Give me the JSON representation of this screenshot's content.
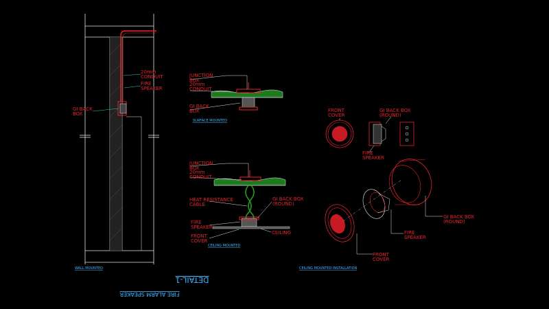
{
  "colors": {
    "background": "#000000",
    "linework": "#e6e6e6",
    "annotation": "#e8222b",
    "title": "#3fb6ff",
    "leader": "#2fd0b8",
    "slab": "#1f7a1f"
  },
  "wall_detail": {
    "conduit_label_1": "20mm",
    "conduit_label_2": "CONDUIT",
    "speaker_label_1": "FIRE",
    "speaker_label_2": "SPEAKER",
    "backbox_label_1": "GI BACK",
    "backbox_label_2": "BOX",
    "caption": "WALL MOUNTED"
  },
  "surface_detail": {
    "junction_1": "JUNCTION",
    "junction_2": "BOX",
    "conduit_1": "20mm",
    "conduit_2": "CONDUIT",
    "backbox_1": "GI BACK",
    "backbox_2": "BOX",
    "caption": "SURFACE MOUNTED"
  },
  "ceiling_detail": {
    "junction_1": "JUNCTION",
    "junction_2": "BOX",
    "conduit_1": "20mm",
    "conduit_2": "CONDUIT",
    "cable_1": "HEAT RESISTANCE",
    "cable_2": "CABLE",
    "backbox_1": "GI BACK BOX",
    "backbox_2": "(ROUND)",
    "speaker_1": "FIRE",
    "speaker_2": "SPEAKER",
    "cover_1": "FRONT",
    "cover_2": "COVER",
    "ceiling": "CEILING",
    "caption": "CEILING MOUNTED"
  },
  "components_top": {
    "cover_1": "FRONT",
    "cover_2": "COVER",
    "backbox_1": "GI BACK BOX",
    "backbox_2": "(ROUND)",
    "speaker_1": "FIRE",
    "speaker_2": "SPEAKER"
  },
  "components_iso": {
    "backbox_1": "GI BACK BOX",
    "backbox_2": "(ROUND)",
    "speaker_1": "FIRE",
    "speaker_2": "SPEAKER",
    "cover_1": "FRONT",
    "cover_2": "COVER",
    "caption": "CEILING MOUNTED INSTALLATION"
  },
  "title_block": {
    "detail_title": "DETAIL-1",
    "subtitle": "FIRE ALARM SPEAKER"
  }
}
